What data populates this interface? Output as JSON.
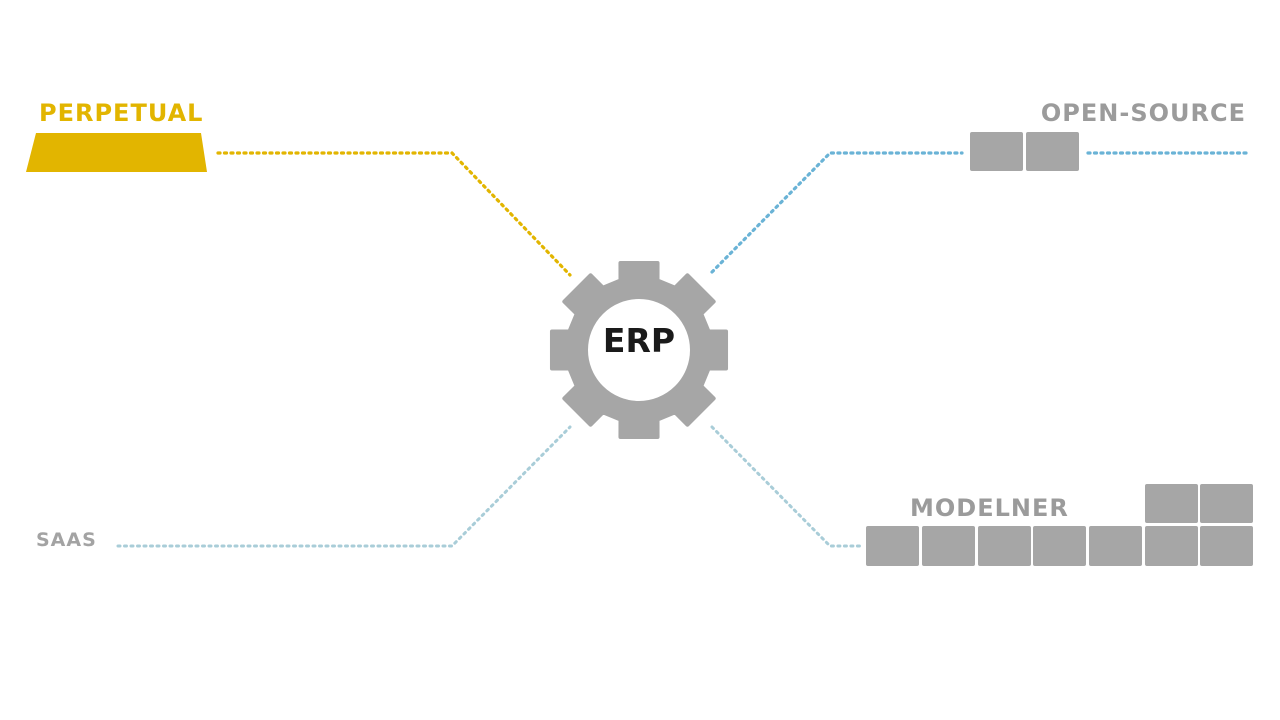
{
  "diagram": {
    "center": {
      "label": "ERP"
    },
    "nodes": {
      "perpetual": {
        "label": "PERPETUAL",
        "color": "#e2b500"
      },
      "open_source": {
        "label": "OPEN-SOURCE",
        "color": "#9b9b9b"
      },
      "saas": {
        "label": "SAAS",
        "color": "#a3a3a3"
      },
      "modelner": {
        "label": "MODELNER",
        "color": "#9b9b9b"
      }
    },
    "connectors": {
      "perpetual": "#e2b500",
      "open_source": "#6ab3d6",
      "saas": "#a9cdd8",
      "modelner": "#a9cdd8"
    },
    "gear_color": "#a6a6a6",
    "block_color": "#a6a6a6"
  }
}
